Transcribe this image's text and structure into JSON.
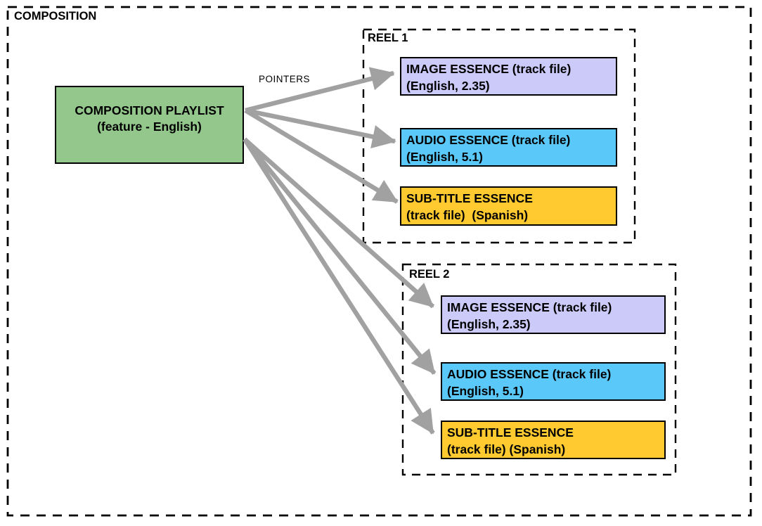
{
  "labels": {
    "composition": "COMPOSITION",
    "pointers": "POINTERS"
  },
  "playlist": {
    "title": "COMPOSITION PLAYLIST",
    "subtitle": "(feature - English)"
  },
  "reels": [
    {
      "label": "REEL 1",
      "boxes": [
        {
          "kind": "image-essence",
          "title": "IMAGE ESSENCE (track file)",
          "subtitle": "(English, 2.35)"
        },
        {
          "kind": "audio-essence",
          "title": "AUDIO ESSENCE (track file)",
          "subtitle": "(English, 5.1)"
        },
        {
          "kind": "subtitle-essence",
          "title": "SUB-TITLE ESSENCE",
          "subtitle": "(track file)  (Spanish)"
        }
      ]
    },
    {
      "label": "REEL 2",
      "boxes": [
        {
          "kind": "image-essence",
          "title": "IMAGE ESSENCE (track file)",
          "subtitle": "(English, 2.35)"
        },
        {
          "kind": "audio-essence",
          "title": "AUDIO ESSENCE (track file)",
          "subtitle": "(English, 5.1)"
        },
        {
          "kind": "subtitle-essence",
          "title": "SUB-TITLE ESSENCE",
          "subtitle": "(track file) (Spanish)"
        }
      ]
    }
  ],
  "colors": {
    "playlist_green": "#93C78C",
    "image_lavender": "#CBCAF9",
    "audio_blue": "#5BC8FA",
    "subtitle_gold": "#FFCA30",
    "arrow_gray": "#A1A1A1",
    "shadow_gray": "#E8E8E8",
    "border_black": "#000000"
  }
}
